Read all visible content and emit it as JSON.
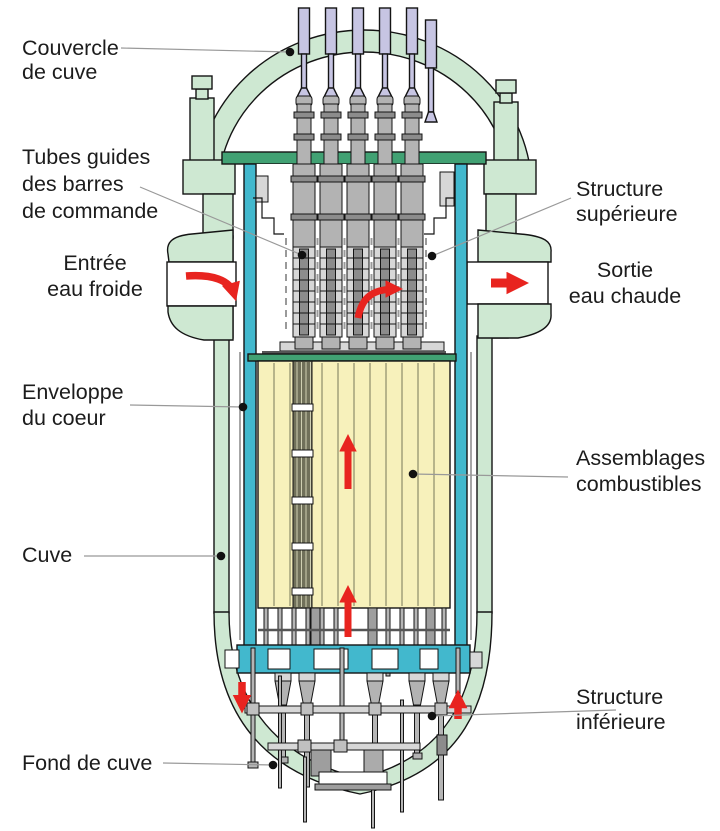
{
  "diagram": {
    "kind": "reactor-vessel-cutaway",
    "language": "fr"
  },
  "labels": {
    "couvercle_de_cuve": {
      "lines": [
        "Couvercle",
        "de cuve"
      ]
    },
    "tubes_guides": {
      "lines": [
        "Tubes guides",
        "des barres",
        "de commande"
      ]
    },
    "entree_eau_froide": {
      "lines": [
        "Entrée",
        "eau froide"
      ]
    },
    "enveloppe_du_coeur": {
      "lines": [
        "Enveloppe",
        "du coeur"
      ]
    },
    "cuve": {
      "lines": [
        "Cuve"
      ]
    },
    "fond_de_cuve": {
      "lines": [
        "Fond de cuve"
      ]
    },
    "structure_superieure": {
      "lines": [
        "Structure",
        "supérieure"
      ]
    },
    "sortie_eau_chaude": {
      "lines": [
        "Sortie",
        "eau chaude"
      ]
    },
    "assemblages_combustibles": {
      "lines": [
        "Assemblages",
        "combustibles"
      ]
    },
    "structure_inferieure": {
      "lines": [
        "Structure",
        "inférieure"
      ]
    }
  },
  "arrows": [
    "cold-water-inlet-curved-arrow",
    "outlet-straight-arrow",
    "upper-internals-curved-arrow",
    "core-upflow-arrow-upper",
    "core-upflow-arrow-lower",
    "downcomer-down-arrow",
    "lower-plenum-up-arrow"
  ],
  "colors": {
    "background": "#ffffff",
    "vessel_green": "#cee8d2",
    "plate_green": "#41a173",
    "coolant_teal": "#42b8cd",
    "crdm_lavender": "#c7c5e3",
    "fuel_yellow": "#f7f1bb",
    "flow_arrow_red": "#e8241f",
    "outline": "#141414",
    "leader_gray": "#999999",
    "text": "#1c1c1c"
  }
}
